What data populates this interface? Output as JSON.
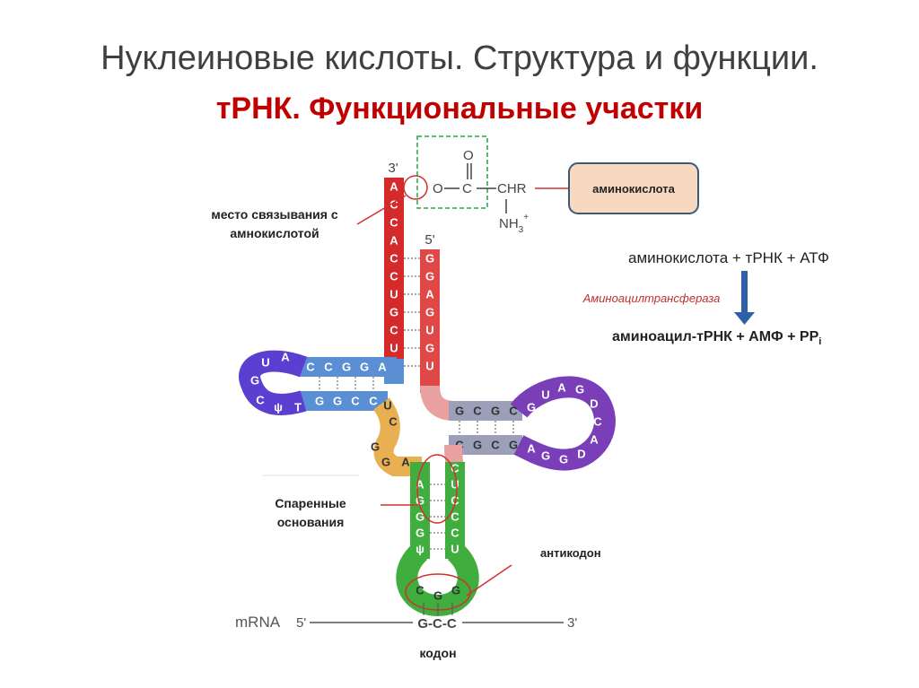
{
  "slide": {
    "title": "Нуклеиновые кислоты. Структура и функции.",
    "subtitle": "тРНК. Функциональные участки"
  },
  "labels": {
    "binding_site_line1": "место связывания с",
    "binding_site_line2": "амнокислотой",
    "paired_line1": "Спаренные",
    "paired_line2": "основания",
    "anticodon": "антикодон",
    "codon": "кодон",
    "amino_acid_box": "аминокислота"
  },
  "reaction": {
    "reactants": "аминокислота + тРНК + АТФ",
    "enzyme": "Аминоацилтрансфераза",
    "products": "аминоацил-тРНК + АМФ + PP",
    "products_sub": "i"
  },
  "chem": {
    "prime3": "3'",
    "prime5": "5'",
    "O": "O",
    "C": "C",
    "CHR": "CHR",
    "NH3": "NH",
    "NH3_sub": "3",
    "NH3_sup": "+"
  },
  "mrna": {
    "label": "mRNA",
    "end5": "5'",
    "end3": "3'",
    "codon": "G-C-C"
  },
  "acceptor_stem": {
    "strand_3prime": [
      "A",
      "C",
      "C",
      "A",
      "C",
      "C",
      "U",
      "G",
      "C",
      "U"
    ],
    "strand_5prime": [
      "G",
      "G",
      "A",
      "G",
      "U",
      "G",
      "U"
    ]
  },
  "d_arm": {
    "top": [
      "C",
      "C",
      "G",
      "G",
      "A"
    ],
    "bottom": [
      "G",
      "G",
      "C",
      "C"
    ],
    "loop": [
      "A",
      "U",
      "G",
      "C",
      "ψ",
      "T"
    ]
  },
  "t_arm": {
    "top": [
      "G",
      "C",
      "G",
      "C"
    ],
    "bottom": [
      "C",
      "G",
      "C",
      "G"
    ],
    "loop": [
      "G",
      "U",
      "A",
      "G",
      "D",
      "C",
      "A",
      "D",
      "G",
      "G",
      "A"
    ]
  },
  "junction": [
    "U",
    "C",
    "G",
    "G",
    "A"
  ],
  "anticodon_stem": {
    "left": [
      "A",
      "G",
      "G",
      "G",
      "ψ"
    ],
    "right": [
      "C",
      "U",
      "C",
      "C",
      "C",
      "U"
    ],
    "anticodon": [
      "C",
      "G",
      "G"
    ]
  },
  "colors": {
    "acceptor": "#d42a2a",
    "acceptor_5": "#e04848",
    "d_stem": "#5a8fd4",
    "d_loop": "#5a3fd0",
    "t_stem": "#9b9fb8",
    "t_loop": "#7a3fb8",
    "anticodon": "#3fae3f",
    "junction": "#e8b050",
    "connector_pink": "#e8a0a0",
    "highlight_red": "#d23030",
    "box_fill": "#f9d8c0",
    "arrow": "#2e5fa8"
  }
}
